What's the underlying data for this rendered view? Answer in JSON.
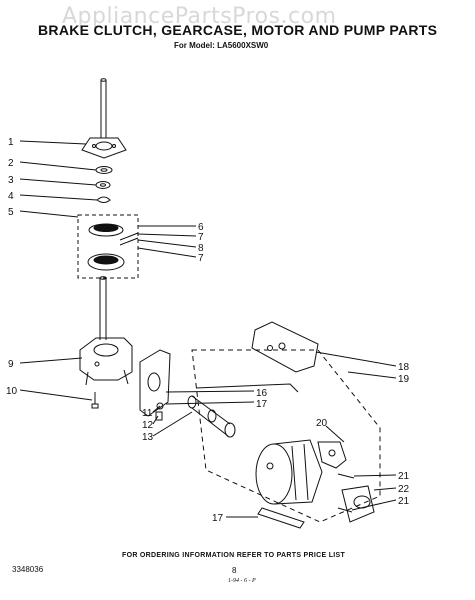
{
  "watermark": "AppliancePartsPros.com",
  "title": "BRAKE CLUTCH, GEARCASE, MOTOR AND PUMP PARTS",
  "model": "For Model: LA5600XSW0",
  "ordering_note": "FOR ORDERING INFORMATION REFER TO PARTS PRICE LIST",
  "doc_number": "3348036",
  "page_number": "8",
  "footer_mark": "1-94 - 6 - P",
  "callouts": [
    "1",
    "2",
    "3",
    "4",
    "5",
    "6",
    "7",
    "8",
    "7",
    "9",
    "10",
    "11",
    "12",
    "13",
    "16",
    "17",
    "18",
    "19",
    "20",
    "21",
    "22",
    "21",
    "17"
  ]
}
